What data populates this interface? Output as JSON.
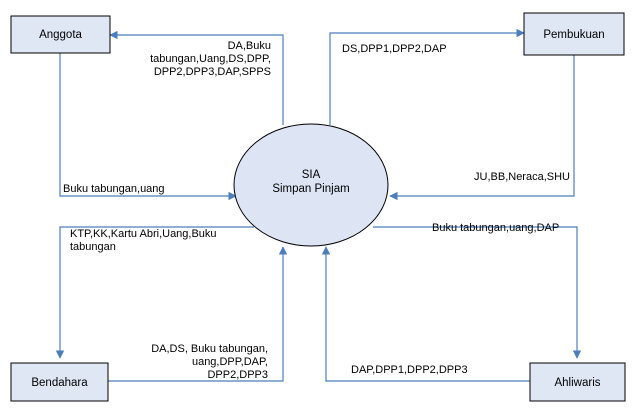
{
  "entities": {
    "anggota": "Anggota",
    "pembukuan": "Pembukuan",
    "bendahara": "Bendahara",
    "ahliwaris": "Ahliwaris"
  },
  "process": {
    "line1": "SIA",
    "line2": "Simpan Pinjam"
  },
  "flows": {
    "sia_to_anggota": [
      "DA,Buku",
      "tabungan,Uang,DS,DPP,",
      "DPP2,DPP3,DAP,SPPS"
    ],
    "anggota_to_sia": [
      "Buku tabungan,uang"
    ],
    "sia_to_pembukuan": [
      "DS,DPP1,DPP2,DAP"
    ],
    "pembukuan_to_sia": [
      "JU,BB,Neraca,SHU"
    ],
    "sia_to_bendahara": [
      "KTP,KK,Kartu Abri,Uang,Buku",
      "tabungan"
    ],
    "bendahara_to_sia": [
      "DA,DS, Buku tabungan,",
      "uang,DPP,DAP,",
      "DPP2,DPP3"
    ],
    "sia_to_ahliwaris": [
      "Buku tabungan,uang,DAP"
    ],
    "ahliwaris_to_sia": [
      "DAP,DPP1,DPP2,DPP3"
    ]
  },
  "colors": {
    "entity_fill": "#dfe7f5",
    "process_fill": "#dde5f4",
    "flow_line": "#4b7ebc"
  }
}
